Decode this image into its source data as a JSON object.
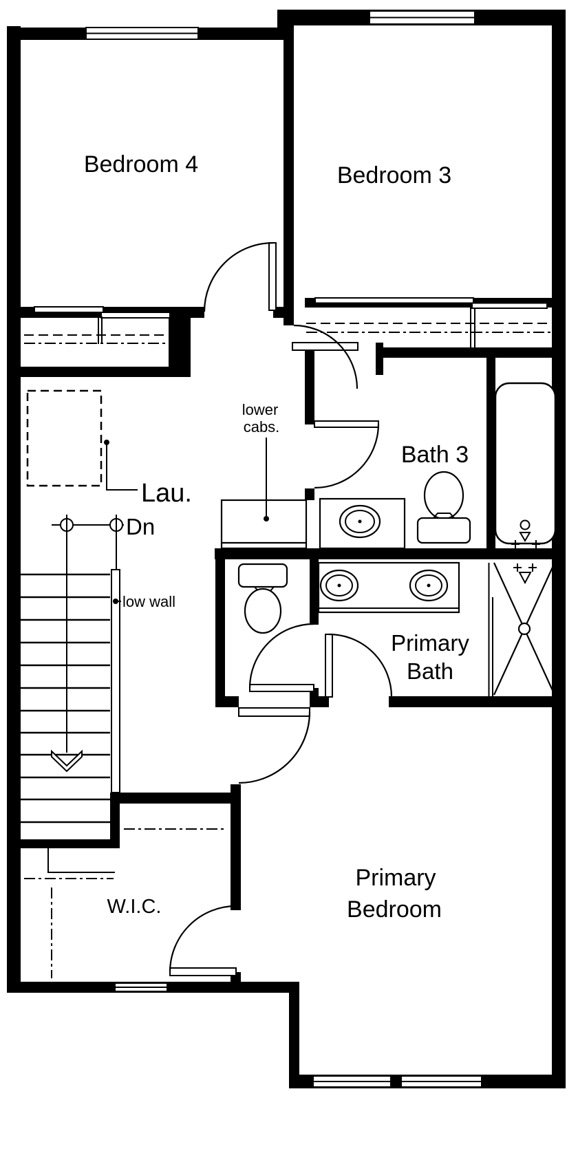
{
  "floor_plan": {
    "rooms": {
      "bedroom_4": {
        "label": "Bedroom 4"
      },
      "bedroom_3": {
        "label": "Bedroom 3"
      },
      "bath_3": {
        "label": "Bath 3"
      },
      "primary_bath": {
        "label_line1": "Primary",
        "label_line2": "Bath"
      },
      "primary_bedroom": {
        "label_line1": "Primary",
        "label_line2": "Bedroom"
      },
      "wic": {
        "label": "W.I.C."
      },
      "laundry": {
        "label": "Lau."
      }
    },
    "annotations": {
      "stairs_down": {
        "label": "Dn"
      },
      "low_wall": {
        "label": "low wall"
      },
      "lower_cabinets": {
        "label_line1": "lower",
        "label_line2": "cabs."
      }
    },
    "colors": {
      "wall": "#000000",
      "background": "#ffffff",
      "line": "#000000"
    }
  }
}
